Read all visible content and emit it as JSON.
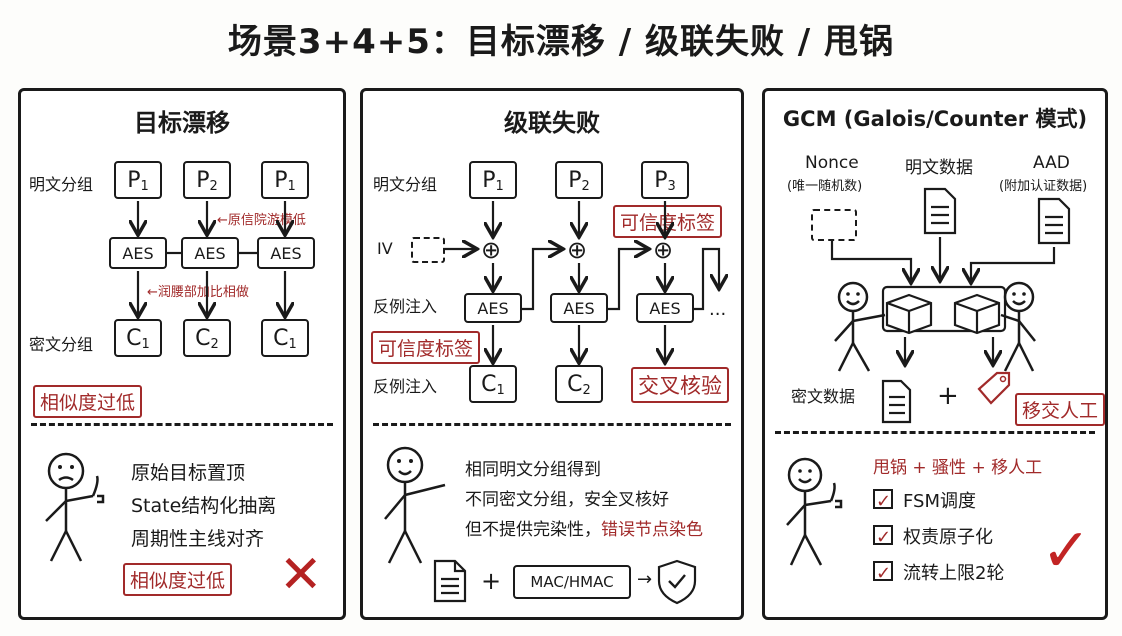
{
  "title": "场景3+4+5：目标漂移 / 级联失败 / 甩锅",
  "panel1": {
    "title": "目标漂移",
    "row_plain": "明文分组",
    "row_cipher": "密文分组",
    "p_boxes": [
      {
        "m": "P",
        "s": "1"
      },
      {
        "m": "P",
        "s": "2"
      },
      {
        "m": "P",
        "s": "1"
      }
    ],
    "aes": [
      "AES",
      "AES",
      "AES"
    ],
    "c_boxes": [
      {
        "m": "C",
        "s": "1"
      },
      {
        "m": "C",
        "s": "2"
      },
      {
        "m": "C",
        "s": "1"
      }
    ],
    "note_top": "←原信院游模低",
    "note_mid": "←润腰部加比相做",
    "tag": "相似度过低",
    "lines": [
      "原始目标置顶",
      "State结构化抽离",
      "周期性主线对齐"
    ],
    "tag_bottom": "相似度过低",
    "mark": "✕"
  },
  "panel2": {
    "title": "级联失败",
    "row_plain": "明文分组",
    "iv": "IV",
    "row_inject1": "反例注入",
    "row_inject2": "反例注入",
    "p_boxes": [
      {
        "m": "P",
        "s": "1"
      },
      {
        "m": "P",
        "s": "2"
      },
      {
        "m": "P",
        "s": "3"
      }
    ],
    "aes": [
      "AES",
      "AES",
      "AES"
    ],
    "c_boxes": [
      {
        "m": "C",
        "s": "1"
      },
      {
        "m": "C",
        "s": "2"
      }
    ],
    "dots": "...",
    "xor": "⊕",
    "tag_trust_top": "可信度标签",
    "tag_trust_left": "可信度标签",
    "tag_cross": "交叉核验",
    "lines": [
      "相同明文分组得到",
      "不同密文分组，安全叉核好"
    ],
    "line3_a": "但不提供完染性，",
    "line3_b": "错误节点染色",
    "plus": "+",
    "mac": "MAC/HMAC",
    "arrow": "→"
  },
  "panel3": {
    "title": "GCM (Galois/Counter 模式)",
    "nonce": "Nonce",
    "nonce_sub": "(唯一随机数)",
    "plain_data": "明文数据",
    "aad": "AAD",
    "aad_sub": "(附加认证数据)",
    "cipher_data": "密文数据",
    "plus": "+",
    "tag": "移交人工",
    "header_a": "甩锅",
    "header_b": " + 骚性 + ",
    "header_c": "移人工",
    "checks": [
      "FSM调度",
      "权责原子化",
      "流转上限2轮"
    ],
    "mark": "✓"
  },
  "colors": {
    "ink": "#1a1a1a",
    "red": "#a12a2a"
  }
}
